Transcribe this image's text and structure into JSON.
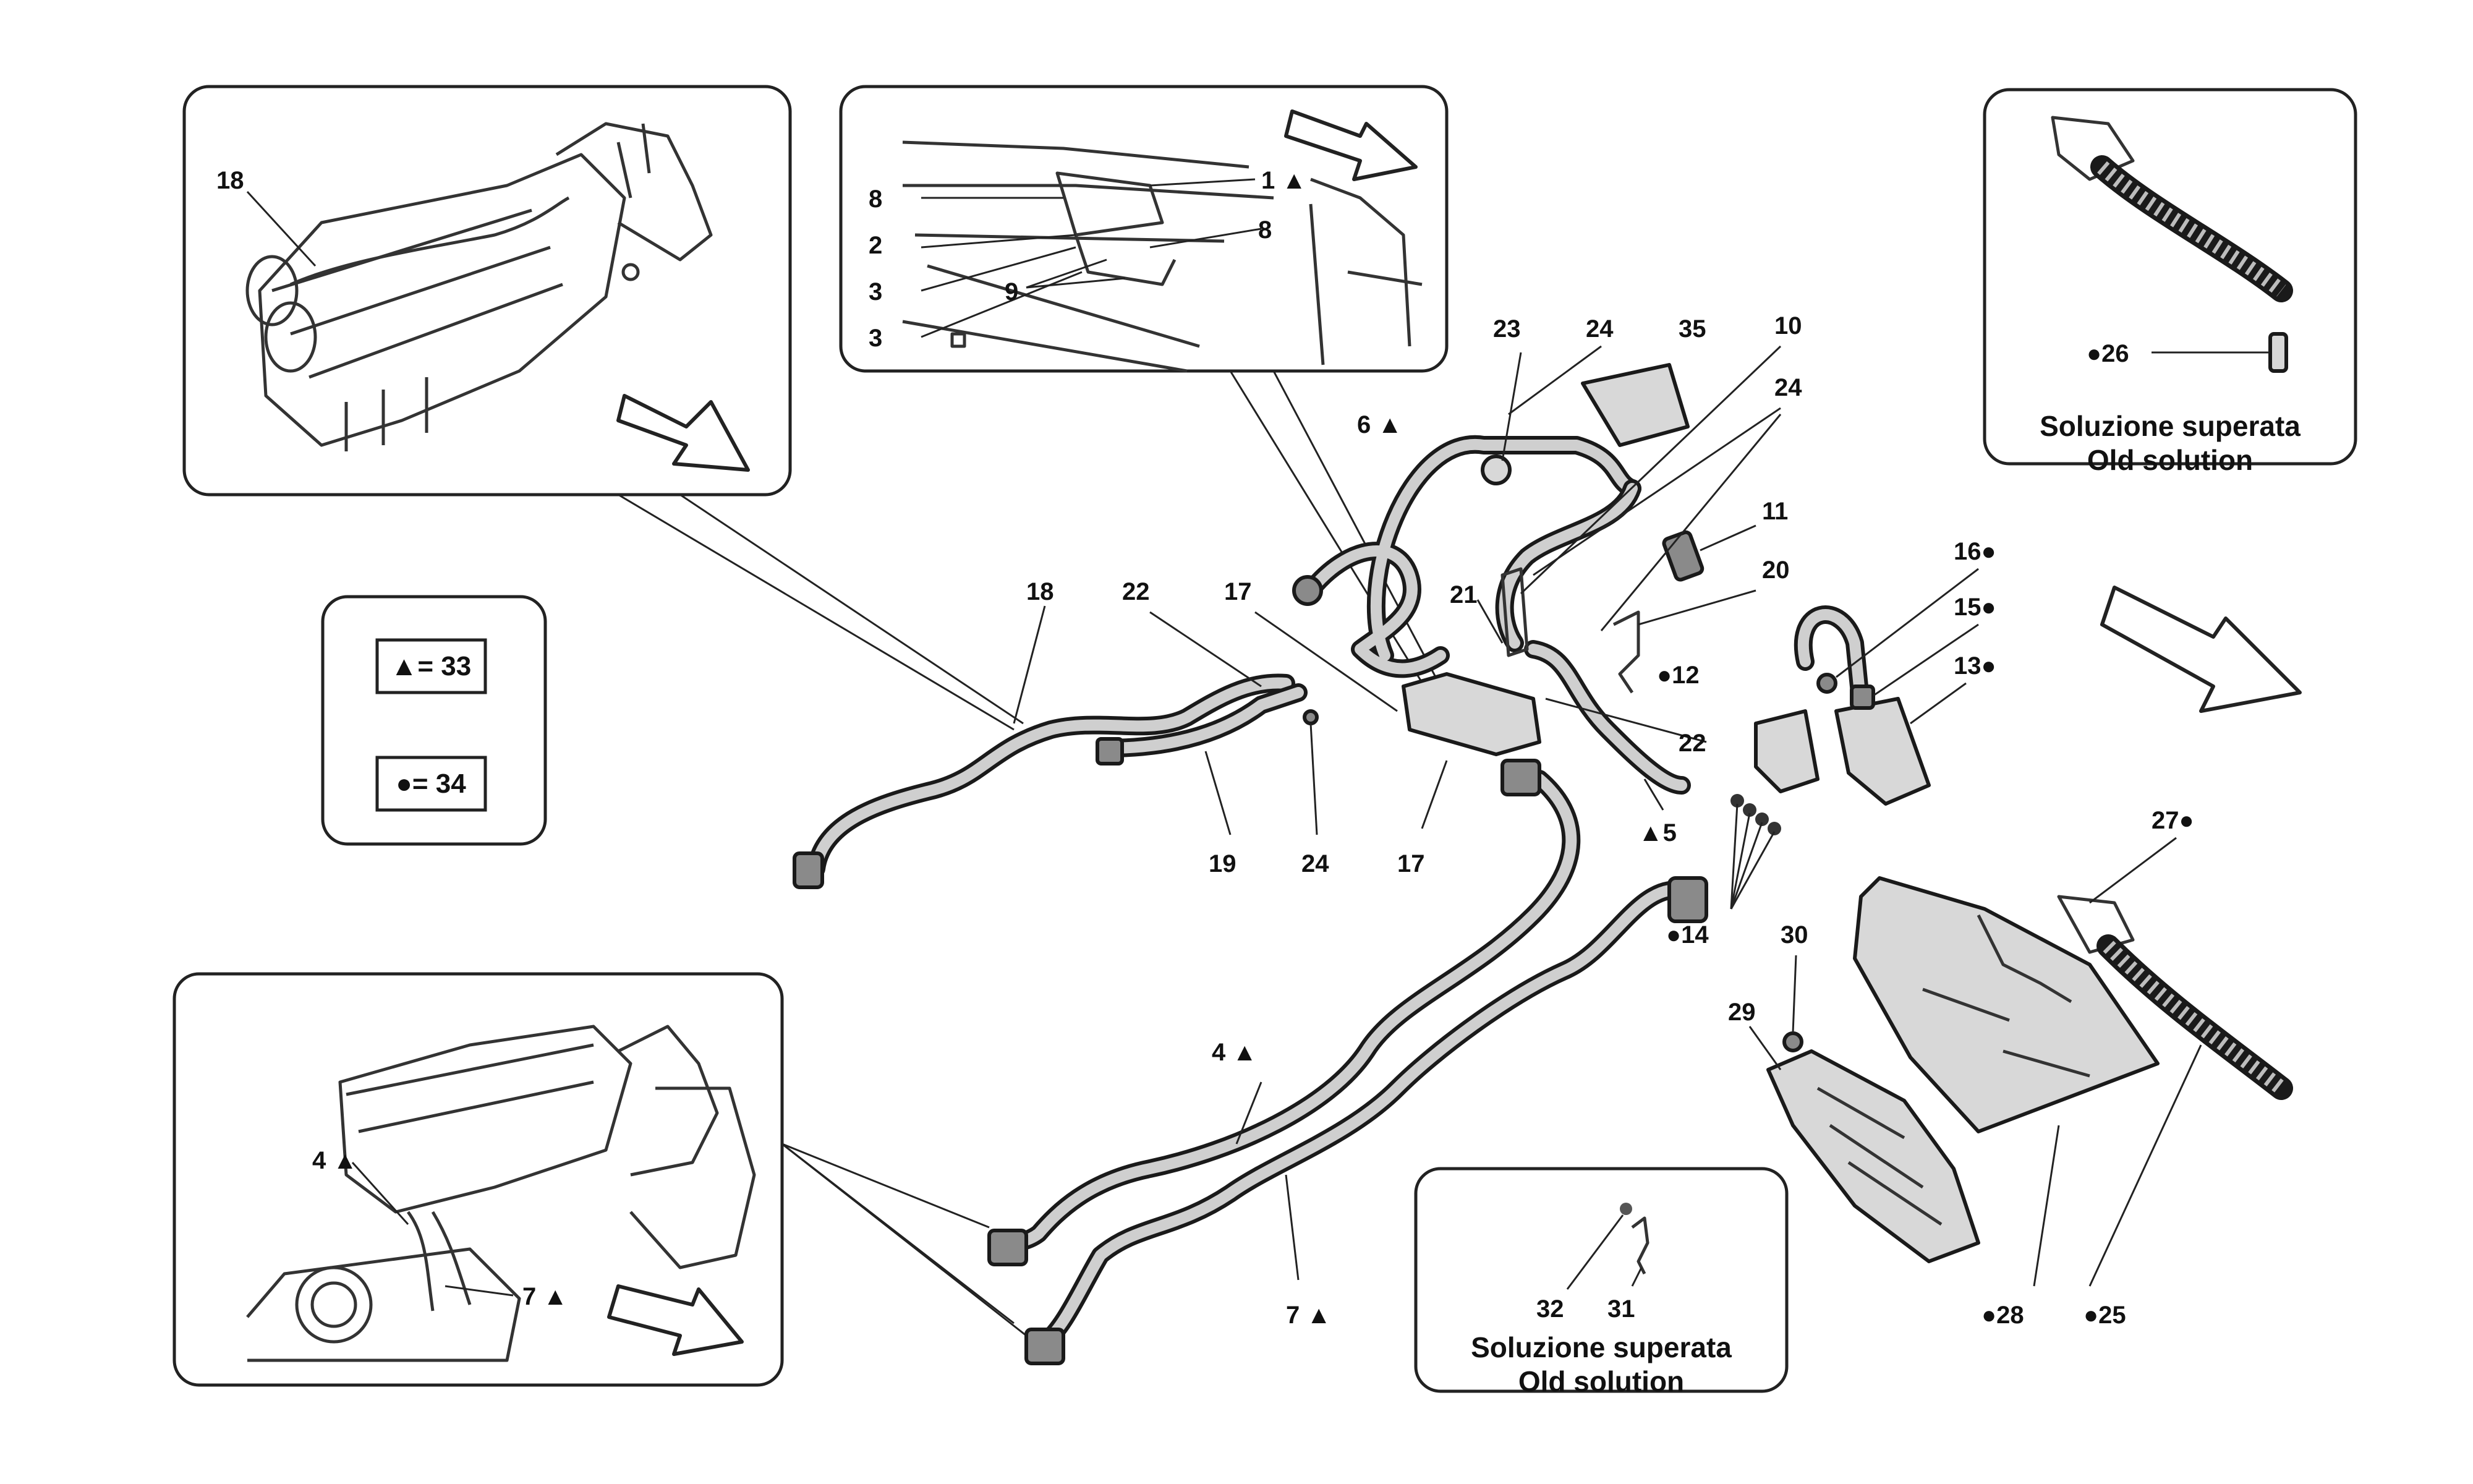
{
  "legend": {
    "triangle_code": "▲= 33",
    "circle_code": "●= 34"
  },
  "notes": {
    "old_solution_it": "Soluzione superata",
    "old_solution_en": "Old solution"
  },
  "labels": [
    {
      "id": "l18a",
      "text": "18"
    },
    {
      "id": "l1",
      "text": "1 ▲"
    },
    {
      "id": "l8a",
      "text": "8"
    },
    {
      "id": "l8b",
      "text": "8"
    },
    {
      "id": "l2",
      "text": "2"
    },
    {
      "id": "l3a",
      "text": "3"
    },
    {
      "id": "l3b",
      "text": "3"
    },
    {
      "id": "l9",
      "text": "9"
    },
    {
      "id": "l23",
      "text": "23"
    },
    {
      "id": "l24a",
      "text": "24"
    },
    {
      "id": "l35",
      "text": "35"
    },
    {
      "id": "l10",
      "text": "10"
    },
    {
      "id": "l24b",
      "text": "24"
    },
    {
      "id": "l6",
      "text": "6 ▲"
    },
    {
      "id": "l11",
      "text": "11"
    },
    {
      "id": "l20",
      "text": "20"
    },
    {
      "id": "l21",
      "text": "21"
    },
    {
      "id": "l16",
      "text": "16●"
    },
    {
      "id": "l15",
      "text": "15●"
    },
    {
      "id": "l13",
      "text": "13●"
    },
    {
      "id": "l12",
      "text": "●12"
    },
    {
      "id": "l18b",
      "text": "18"
    },
    {
      "id": "l22a",
      "text": "22"
    },
    {
      "id": "l17a",
      "text": "17"
    },
    {
      "id": "l22b",
      "text": "22"
    },
    {
      "id": "l19",
      "text": "19"
    },
    {
      "id": "l24c",
      "text": "24"
    },
    {
      "id": "l17b",
      "text": "17"
    },
    {
      "id": "l5",
      "text": "▲5"
    },
    {
      "id": "l14",
      "text": "●14"
    },
    {
      "id": "l30",
      "text": "30"
    },
    {
      "id": "l27",
      "text": "27●"
    },
    {
      "id": "l29",
      "text": "29"
    },
    {
      "id": "l26",
      "text": "●26"
    },
    {
      "id": "l4a",
      "text": "4 ▲"
    },
    {
      "id": "l4b",
      "text": "4 ▲"
    },
    {
      "id": "l7a",
      "text": "7 ▲"
    },
    {
      "id": "l7b",
      "text": "7 ▲"
    },
    {
      "id": "l32",
      "text": "32"
    },
    {
      "id": "l31",
      "text": "31"
    },
    {
      "id": "l28",
      "text": "●28"
    },
    {
      "id": "l25",
      "text": "●25"
    }
  ]
}
